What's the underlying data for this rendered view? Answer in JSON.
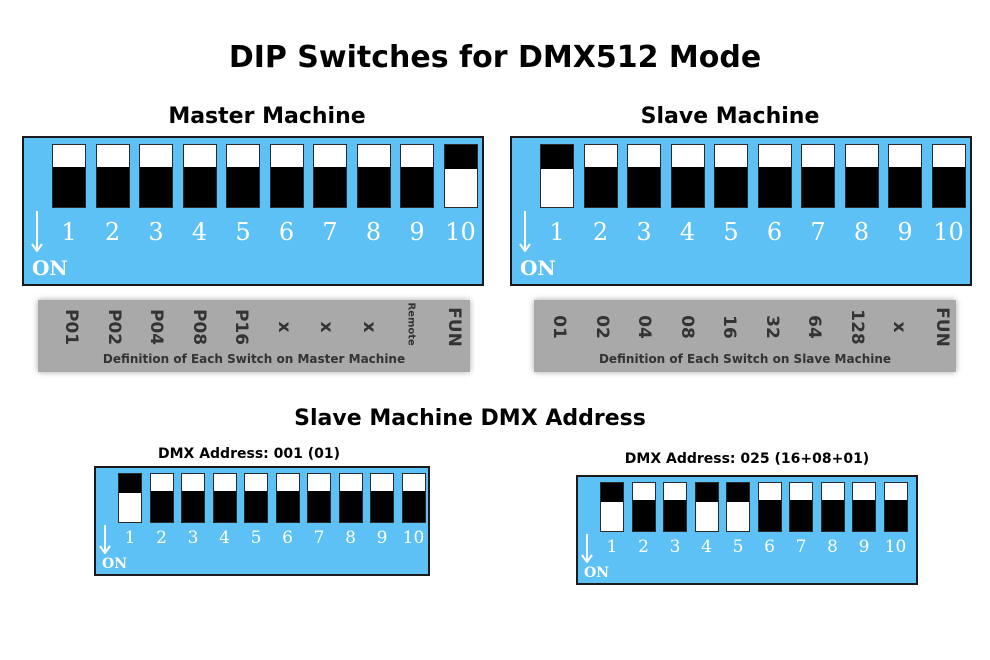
{
  "title": "DIP Switches for DMX512 Mode",
  "master": {
    "heading": "Master Machine",
    "on_label": "ON",
    "switch_numbers": [
      "1",
      "2",
      "3",
      "4",
      "5",
      "6",
      "7",
      "8",
      "9",
      "10"
    ],
    "switch_positions": [
      "off",
      "off",
      "off",
      "off",
      "off",
      "off",
      "off",
      "off",
      "off",
      "on"
    ],
    "definitions": [
      "P01",
      "P02",
      "P04",
      "P08",
      "P16",
      "x",
      "x",
      "x",
      "Remote",
      "FUN"
    ],
    "definition_caption": "Definition of Each Switch on Master Machine"
  },
  "slave": {
    "heading": "Slave Machine",
    "on_label": "ON",
    "switch_numbers": [
      "1",
      "2",
      "3",
      "4",
      "5",
      "6",
      "7",
      "8",
      "9",
      "10"
    ],
    "switch_positions": [
      "on",
      "off",
      "off",
      "off",
      "off",
      "off",
      "off",
      "off",
      "off",
      "off"
    ],
    "definitions": [
      "01",
      "02",
      "04",
      "08",
      "16",
      "32",
      "64",
      "128",
      "x",
      "FUN"
    ],
    "definition_caption": "Definition of Each Switch on Slave Machine"
  },
  "dmx_section": {
    "heading": "Slave Machine DMX Address",
    "example1": {
      "label": "DMX Address: 001 (01)",
      "on_label": "ON",
      "switch_numbers": [
        "1",
        "2",
        "3",
        "4",
        "5",
        "6",
        "7",
        "8",
        "9",
        "10"
      ],
      "switch_positions": [
        "on",
        "off",
        "off",
        "off",
        "off",
        "off",
        "off",
        "off",
        "off",
        "off"
      ]
    },
    "example2": {
      "label": "DMX Address: 025 (16+08+01)",
      "on_label": "ON",
      "switch_numbers": [
        "1",
        "2",
        "3",
        "4",
        "5",
        "6",
        "7",
        "8",
        "9",
        "10"
      ],
      "switch_positions": [
        "on",
        "off",
        "off",
        "on",
        "on",
        "off",
        "off",
        "off",
        "off",
        "off"
      ]
    }
  },
  "colors": {
    "panel": "#5ec1f5",
    "switch_body": "#ffffff",
    "switch_knob": "#000000",
    "label_bg": "#a9a9a9"
  }
}
